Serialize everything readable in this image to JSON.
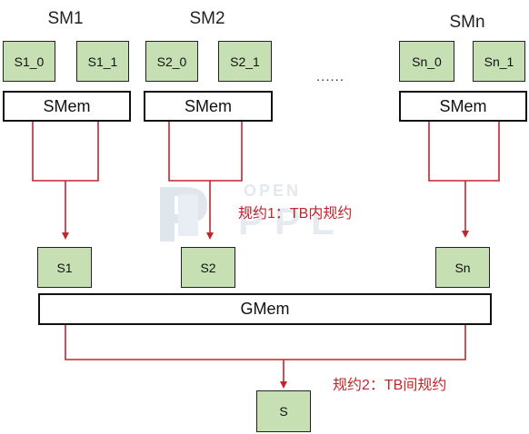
{
  "colors": {
    "line": "#c0272d",
    "box_fill": "#c6e0b4",
    "watermark": "#dfe6ec"
  },
  "watermark": {
    "line1": "OPEN",
    "line2": "PPL"
  },
  "sm_groups": [
    {
      "title": "SM1",
      "threads": [
        "S1_0",
        "S1_1"
      ],
      "smem": "SMem"
    },
    {
      "title": "SM2",
      "threads": [
        "S2_0",
        "S2_1"
      ],
      "smem": "SMem"
    },
    {
      "title": "SMn",
      "threads": [
        "Sn_0",
        "Sn_1"
      ],
      "smem": "SMem"
    }
  ],
  "ellipsis": "......",
  "intra_block_note": "规约1：TB内规约",
  "partials": [
    "S1",
    "S2",
    "Sn"
  ],
  "gmem": "GMem",
  "inter_block_note": "规约2：TB间规约",
  "final": "S"
}
